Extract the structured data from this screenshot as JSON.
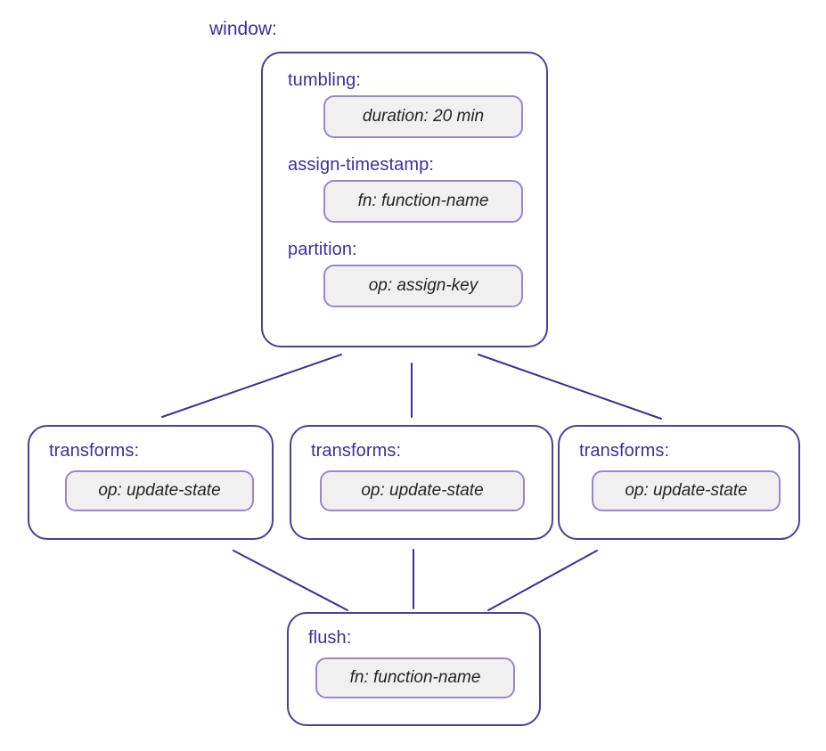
{
  "diagram": {
    "title": "window:",
    "colors": {
      "node_border": "#4b3f9e",
      "label_text": "#3b2fa0",
      "pill_border": "#9b86c9",
      "pill_fill": "#f0f0f0",
      "pill_text": "#242424",
      "edge": "#3d3194",
      "spine": "#4a4a4a",
      "background": "#ffffff"
    },
    "window_node": {
      "sections": [
        {
          "label": "tumbling:",
          "value": "duration: 20 min"
        },
        {
          "label": "assign-timestamp:",
          "value": "fn: function-name"
        },
        {
          "label": "partition:",
          "value": "op: assign-key"
        }
      ]
    },
    "transforms": [
      {
        "label": "transforms:",
        "value": "op: update-state"
      },
      {
        "label": "transforms:",
        "value": "op: update-state"
      },
      {
        "label": "transforms:",
        "value": "op: update-state"
      }
    ],
    "flush_node": {
      "label": "flush:",
      "value": "fn: function-name"
    }
  }
}
